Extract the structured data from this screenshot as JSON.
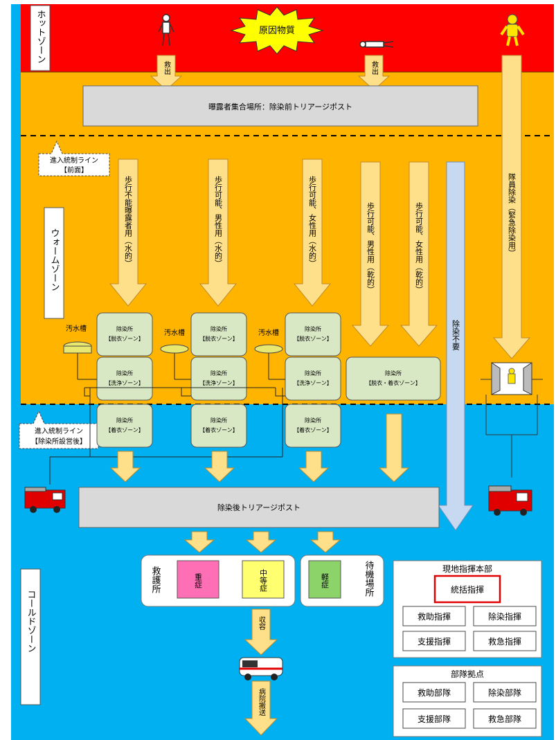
{
  "zones": {
    "hot": "ホットゾーン",
    "warm": "ウォームゾーン",
    "cold": "コールドゾーン"
  },
  "hazard": "原因物質",
  "rescue_label": "救出",
  "assembly": "曝露者集合場所：除染前トリアージポスト",
  "control_line_front": {
    "line1": "進入統制ライン",
    "line2": "【前面】"
  },
  "control_line_rear": {
    "line1": "進入統制ライン",
    "line2": "【除染所設営後】"
  },
  "flows": {
    "nonambulatory_wet": "歩行不能曝露者用（水的）",
    "ambulatory_male_wet": "歩行可能、男性用（水的）",
    "ambulatory_female_wet": "歩行可能、女性用（水的）",
    "ambulatory_male_dry": "歩行可能、男性用（乾的）",
    "ambulatory_female_dry": "歩行可能、女性用（乾的）",
    "no_decon": "除染不要",
    "responder_decon": "隊員除染（緊急除染用）"
  },
  "wastewater_tank": "汚水槽",
  "station": {
    "title": "除染所",
    "undress": "【脱衣ゾーン】",
    "wash": "【洗浄ゾーン】",
    "dress": "【着衣ゾーン】",
    "dry": "【脱衣・着衣ゾーン】"
  },
  "post_triage": "除染後トリアージポスト",
  "first_aid": {
    "name": "救護所",
    "severe": "重症",
    "moderate": "中等症",
    "mild": "軽症"
  },
  "waiting_area": "待機場所",
  "transport_1": "収容",
  "transport_2": "病院搬送",
  "command_hq": {
    "title": "現地指揮本部",
    "overall": "統括指揮",
    "items": [
      "救助指揮",
      "除染指揮",
      "支援指揮",
      "救急指揮"
    ]
  },
  "unit_base": {
    "title": "部隊拠点",
    "items": [
      "救助部隊",
      "除染部隊",
      "支援部隊",
      "救急部隊"
    ]
  },
  "colors": {
    "hot_zone": "#ff0000",
    "warm_zone": "#ffb400",
    "cold_zone": "#00b0f0",
    "arrow_fill": "#ffe08a",
    "arrow_stroke": "#c08a2a",
    "station_fill": "#d8e8c4",
    "severe": "#ff6fb5",
    "moderate": "#ffff70",
    "mild": "#8cd46a",
    "no_decon_arrow": "#c6d9f0",
    "highlight_border": "#e00000"
  }
}
